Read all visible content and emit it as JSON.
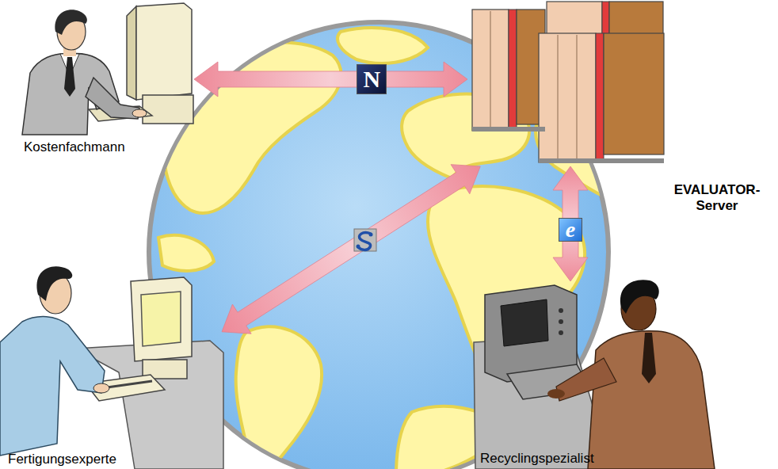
{
  "diagram": {
    "nodes": [
      {
        "text": [
          "Kostenfachmann"
        ]
      },
      {
        "text": [
          "EVALUATOR- Server"
        ]
      },
      {
        "text": [
          "Fertigungsexperte"
        ]
      },
      {
        "text": [
          "Recyclingspezialist"
        ]
      }
    ],
    "edges": [
      {
        "from": 0,
        "to": 1,
        "arrow": "both",
        "label": "N"
      },
      {
        "from": 2,
        "to": 1,
        "arrow": "both"
      },
      {
        "from": 1,
        "to": 3,
        "arrow": "both",
        "label": "e"
      }
    ]
  }
}
